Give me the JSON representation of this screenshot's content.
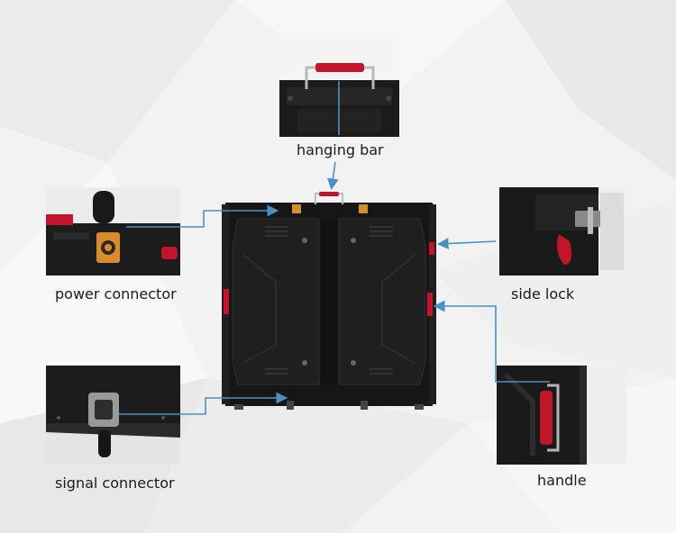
{
  "labels": {
    "hanging_bar": "hanging bar",
    "power_connector": "power connector",
    "side_lock": "side lock",
    "signal_connector": "signal connector",
    "handle": "handle"
  },
  "colors": {
    "arrow": "#4a90c8",
    "accent_red": "#c0152a",
    "cabinet": "#181818",
    "connector_orange": "#d98c2b"
  },
  "icons": {
    "hanging_bar_photo": "hanging-bar-closeup",
    "power_connector_photo": "power-connector-closeup",
    "side_lock_photo": "side-lock-closeup",
    "signal_connector_photo": "signal-connector-closeup",
    "handle_photo": "handle-closeup",
    "cabinet_photo": "led-cabinet-rear"
  }
}
